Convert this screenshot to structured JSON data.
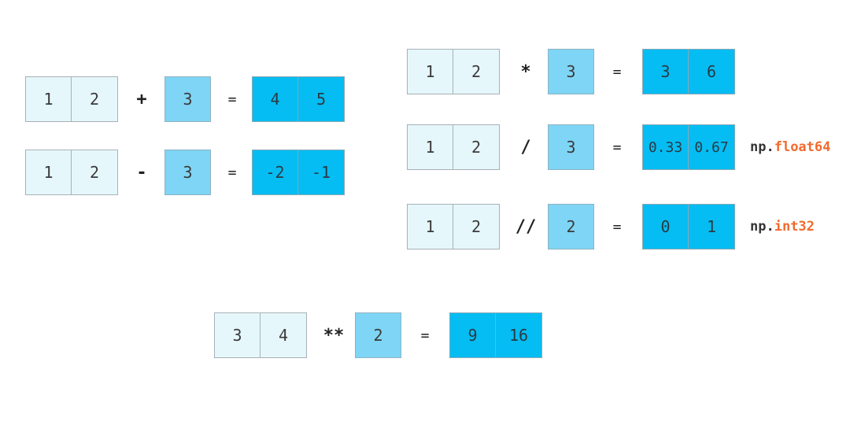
{
  "ops": [
    {
      "id": "add",
      "left": [
        "1",
        "2"
      ],
      "operator": "+",
      "scalar": "3",
      "equals": "=",
      "result": [
        "4",
        "5"
      ]
    },
    {
      "id": "sub",
      "left": [
        "1",
        "2"
      ],
      "operator": "-",
      "scalar": "3",
      "equals": "=",
      "result": [
        "-2",
        "-1"
      ]
    },
    {
      "id": "mul",
      "left": [
        "1",
        "2"
      ],
      "operator": "*",
      "scalar": "3",
      "equals": "=",
      "result": [
        "3",
        "6"
      ]
    },
    {
      "id": "div",
      "left": [
        "1",
        "2"
      ],
      "operator": "/",
      "scalar": "3",
      "equals": "=",
      "result": [
        "0.33",
        "0.67"
      ],
      "dtype_prefix": "np.",
      "dtype": "float64"
    },
    {
      "id": "floordiv",
      "left": [
        "1",
        "2"
      ],
      "operator": "//",
      "scalar": "2",
      "equals": "=",
      "result": [
        "0",
        "1"
      ],
      "dtype_prefix": "np.",
      "dtype": "int32"
    },
    {
      "id": "pow",
      "left": [
        "3",
        "4"
      ],
      "operator": "**",
      "scalar": "2",
      "equals": "=",
      "result": [
        "9",
        "16"
      ]
    }
  ],
  "colors": {
    "array_fill": "#e6f7fc",
    "scalar_fill": "#7fd5f5",
    "result_fill": "#05bdf2",
    "dtype_accent": "#f26a2c"
  }
}
